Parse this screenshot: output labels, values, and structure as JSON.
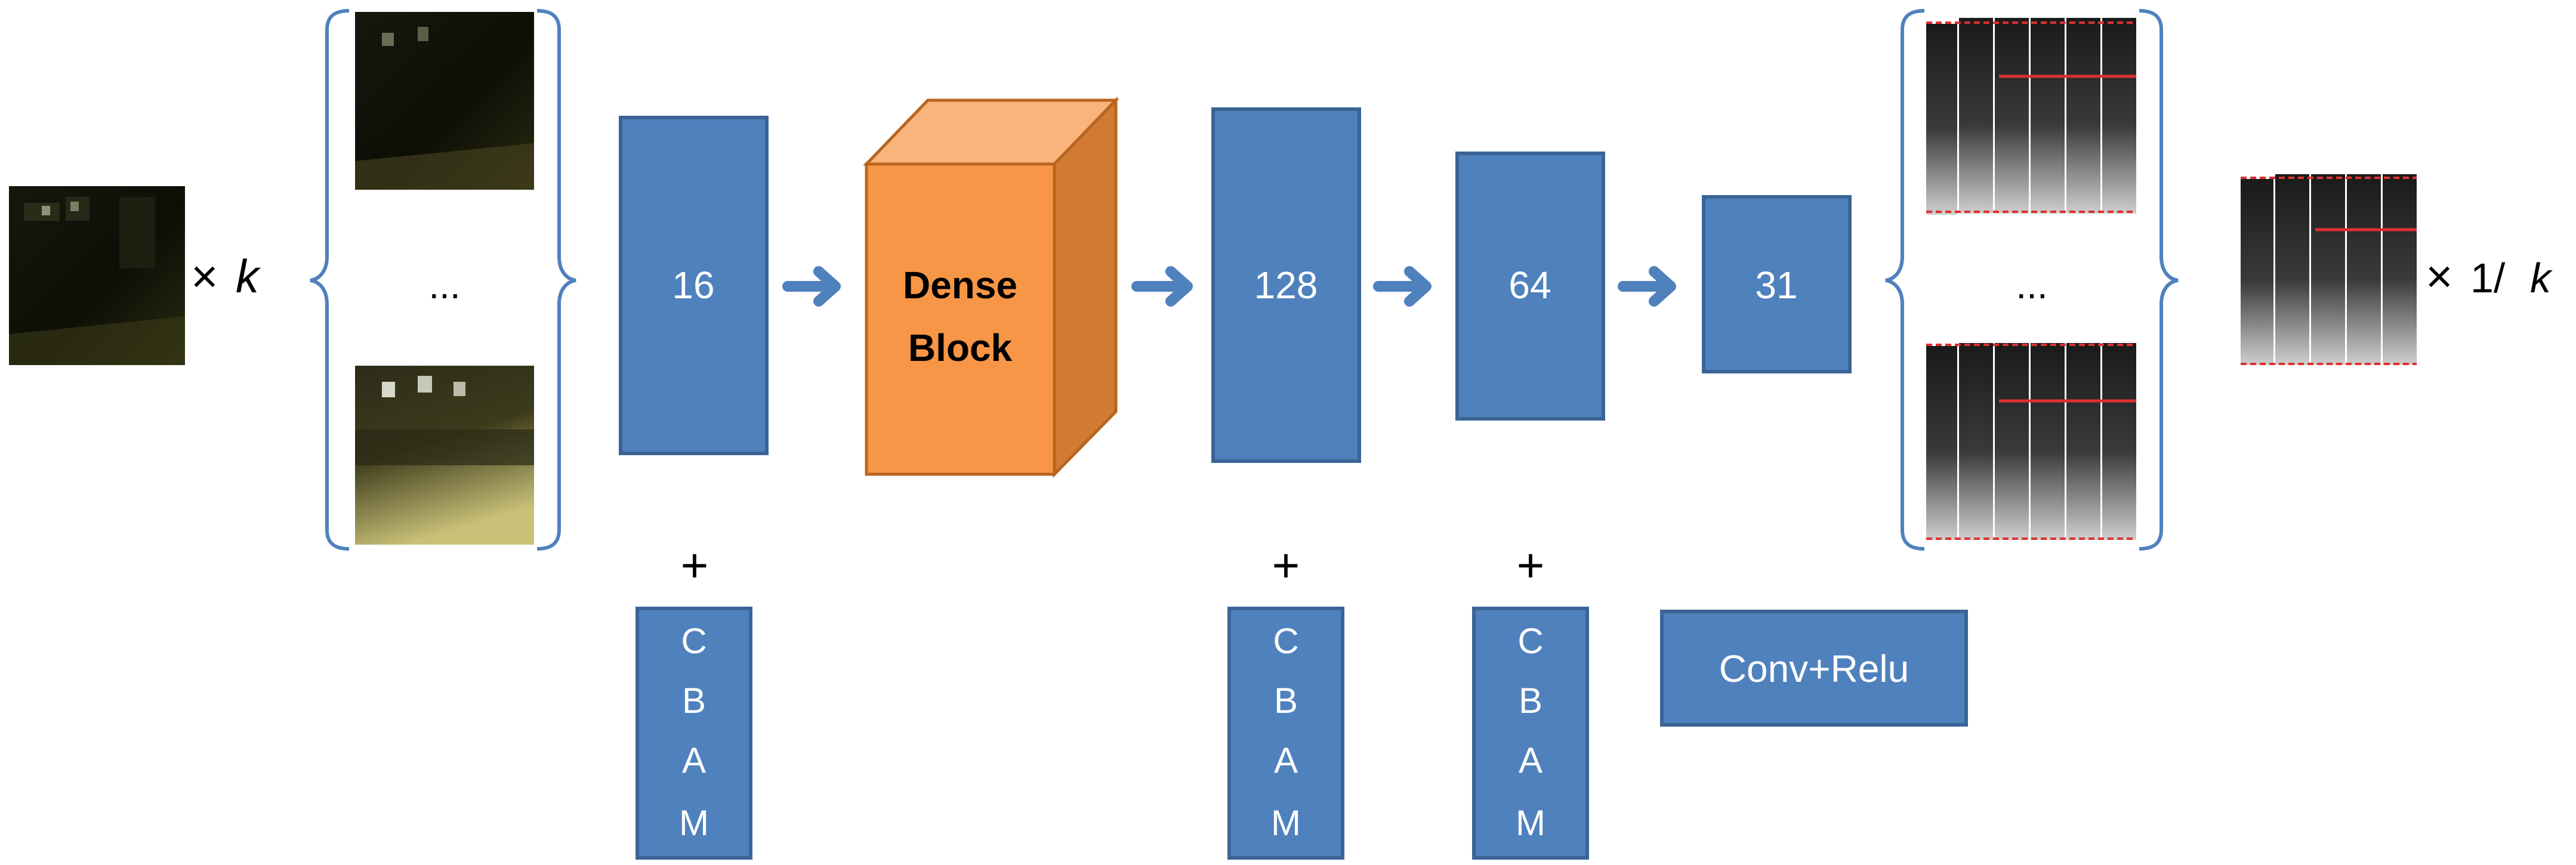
{
  "input": {
    "multiplier_symbol": "×",
    "multiplier_var": "k"
  },
  "input_group": {
    "ellipsis": "..."
  },
  "layers": {
    "l16": "16",
    "dense_block_line1": "Dense",
    "dense_block_line2": "Block",
    "l128": "128",
    "l64": "64",
    "l31": "31"
  },
  "cbam": {
    "plus": "+",
    "letters": [
      "C",
      "B",
      "A",
      "M"
    ]
  },
  "legend": {
    "conv_relu": "Conv+Relu"
  },
  "output_group": {
    "ellipsis": "..."
  },
  "output": {
    "multiplier_symbol": "×",
    "multiplier_text": "1/",
    "multiplier_var": "k"
  },
  "colors": {
    "layer_fill": "#4f81bd",
    "layer_stroke": "#3a6496",
    "arrow": "#4f81bd",
    "bracket": "#4f81bd",
    "dense_front": "#f79646",
    "dense_top": "#f9b47c",
    "dense_side": "#d07a34",
    "dense_stroke": "#b8651e"
  }
}
